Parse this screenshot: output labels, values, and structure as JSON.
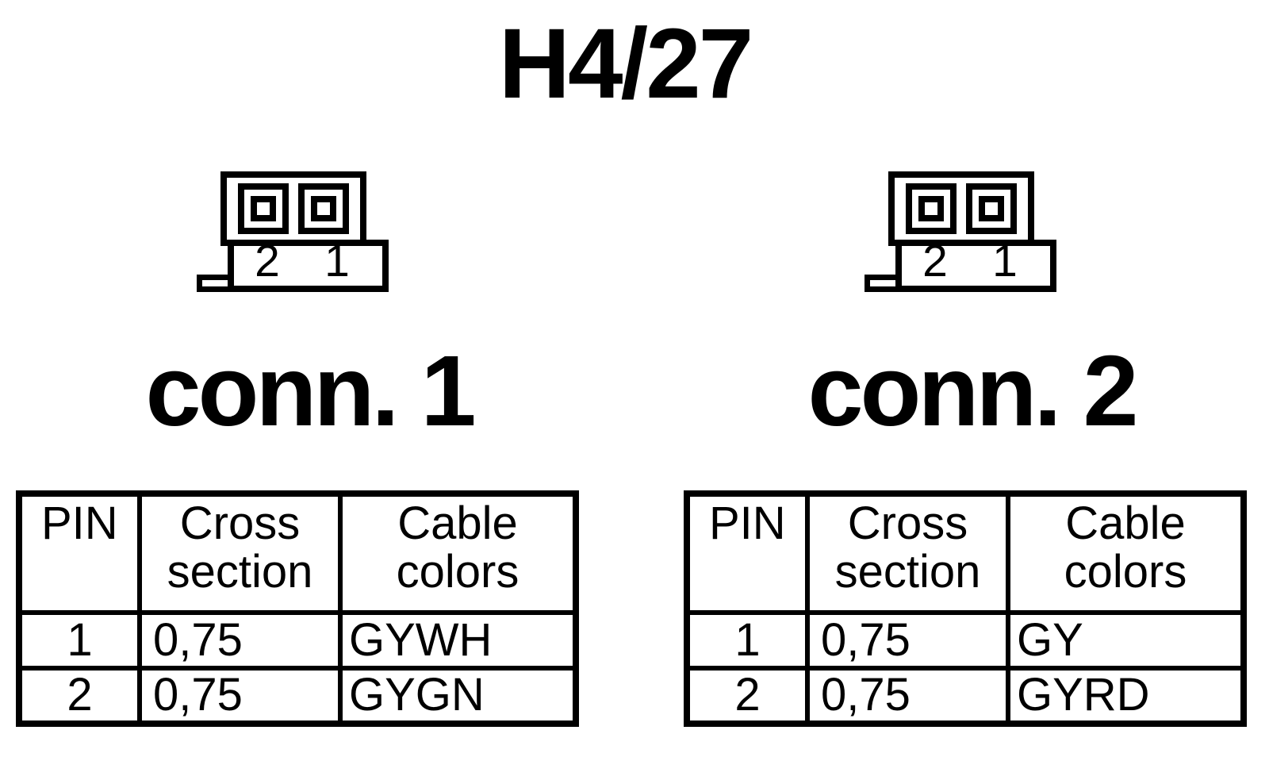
{
  "page": {
    "title": "H4/27",
    "background": "#ffffff",
    "line_color": "#000000"
  },
  "connectors": [
    {
      "name": "conn. 1",
      "pin_labels": [
        "2",
        "1"
      ],
      "table": {
        "headers": [
          "PIN",
          "Cross section",
          "Cable colors"
        ],
        "rows": [
          {
            "pin": "1",
            "cross_section": "0,75",
            "cable_color": "GYWH"
          },
          {
            "pin": "2",
            "cross_section": "0,75",
            "cable_color": "GYGN"
          }
        ]
      }
    },
    {
      "name": "conn. 2",
      "pin_labels": [
        "2",
        "1"
      ],
      "table": {
        "headers": [
          "PIN",
          "Cross section",
          "Cable colors"
        ],
        "rows": [
          {
            "pin": "1",
            "cross_section": "0,75",
            "cable_color": "GY"
          },
          {
            "pin": "2",
            "cross_section": "0,75",
            "cable_color": "GYRD"
          }
        ]
      }
    }
  ]
}
